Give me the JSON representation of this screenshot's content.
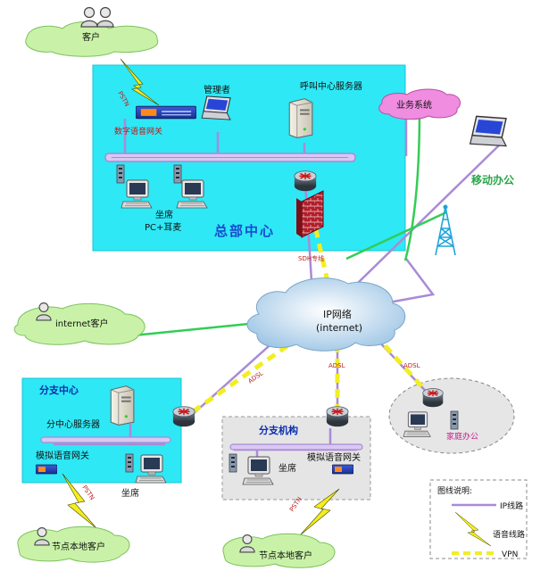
{
  "labels": {
    "customer": "客户",
    "pstn": "PSTN",
    "admin": "管理者",
    "call_center_server": "呼叫中心服务器",
    "business_system": "业务系统",
    "digital_voice_gateway": "数字语音网关",
    "agent_seat": "坐席",
    "pc_headset": "PC+耳麦",
    "headquarters": "总部中心",
    "mobile_office": "移动办公",
    "sdh_line": "SDH专线",
    "ip_network": "IP网络",
    "internet_paren": "(internet)",
    "internet_customer": "internet客户",
    "adsl": "ADSL",
    "branch_center": "分支中心",
    "branch_server": "分中心服务器",
    "analog_voice_gateway": "模拟语音网关",
    "branch_office": "分支机构",
    "home_office": "家庭办公",
    "node_local_customer": "节点本地客户",
    "legend_title": "图线说明:",
    "legend_ip": "IP线路",
    "legend_voice": "语音线路",
    "legend_vpn": "VPN"
  },
  "colors": {
    "hq_bg": "#2ee8f5",
    "branch_bg": "#2ee8f5",
    "ip_line": "#a98bd6",
    "vpn_line": "#f2ee22",
    "green_line": "#32cd55",
    "cloud_fill": "#c8e3f5",
    "client_cloud": "#c9f2a8",
    "business_cloud": "#f08de0",
    "firewall": "#b01d2a",
    "router": "#505a66"
  },
  "icons": [
    "users-icon",
    "laptop-icon",
    "server-icon",
    "router-icon",
    "firewall-icon",
    "antenna-tower-icon",
    "workstation-icon",
    "voice-gateway-icon",
    "lightning-icon"
  ]
}
